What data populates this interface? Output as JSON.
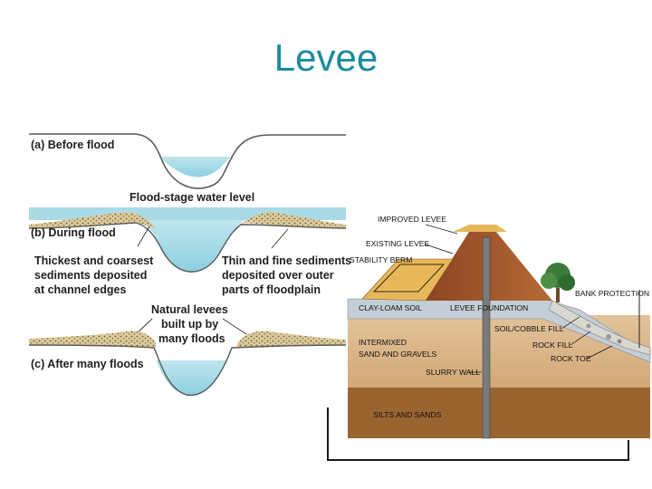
{
  "slide": {
    "title": "Levee"
  },
  "floodplain_diagram": {
    "stage_a_label": "(a) Before flood",
    "water_level_label": "Flood-stage water level",
    "stage_b_label": "(b) During flood",
    "thick_sediments_label": [
      "Thickest and coarsest",
      "sediments deposited",
      "at channel edges"
    ],
    "thin_sediments_label": [
      "Thin and fine sediments",
      "deposited over outer",
      "parts of floodplain"
    ],
    "natural_levees_label": [
      "Natural levees",
      "built up by",
      "many floods"
    ],
    "stage_c_label": "(c) After many floods"
  },
  "levee_cross_section": {
    "improved_levee": "IMPROVED LEVEE",
    "existing_levee": "EXISTING LEVEE",
    "stability_berm": "STABILITY BERM",
    "clay_loam_soil": "CLAY-LOAM SOIL",
    "levee_foundation": "LEVEE FOUNDATION",
    "soil_cobble_fill": "SOIL/COBBLE FILL",
    "intermixed": [
      "INTERMIXED",
      "SAND AND GRAVELS"
    ],
    "rock_fill": "ROCK FILL",
    "rock_toe": "ROCK TOE",
    "bank_protection": "BANK PROTECTION",
    "slurry_wall": "SLURRY WALL",
    "silts_and_sands": "SILTS AND SANDS"
  },
  "colors": {
    "title": "#1a8c9c",
    "water": "#a9dbe6",
    "sediment": "#dcc99a",
    "levee_core": "#a55a2c",
    "berm": "#e7b85a",
    "clay": "#c4ced6",
    "sand": "#dcb88c",
    "silt": "#9a6431"
  }
}
